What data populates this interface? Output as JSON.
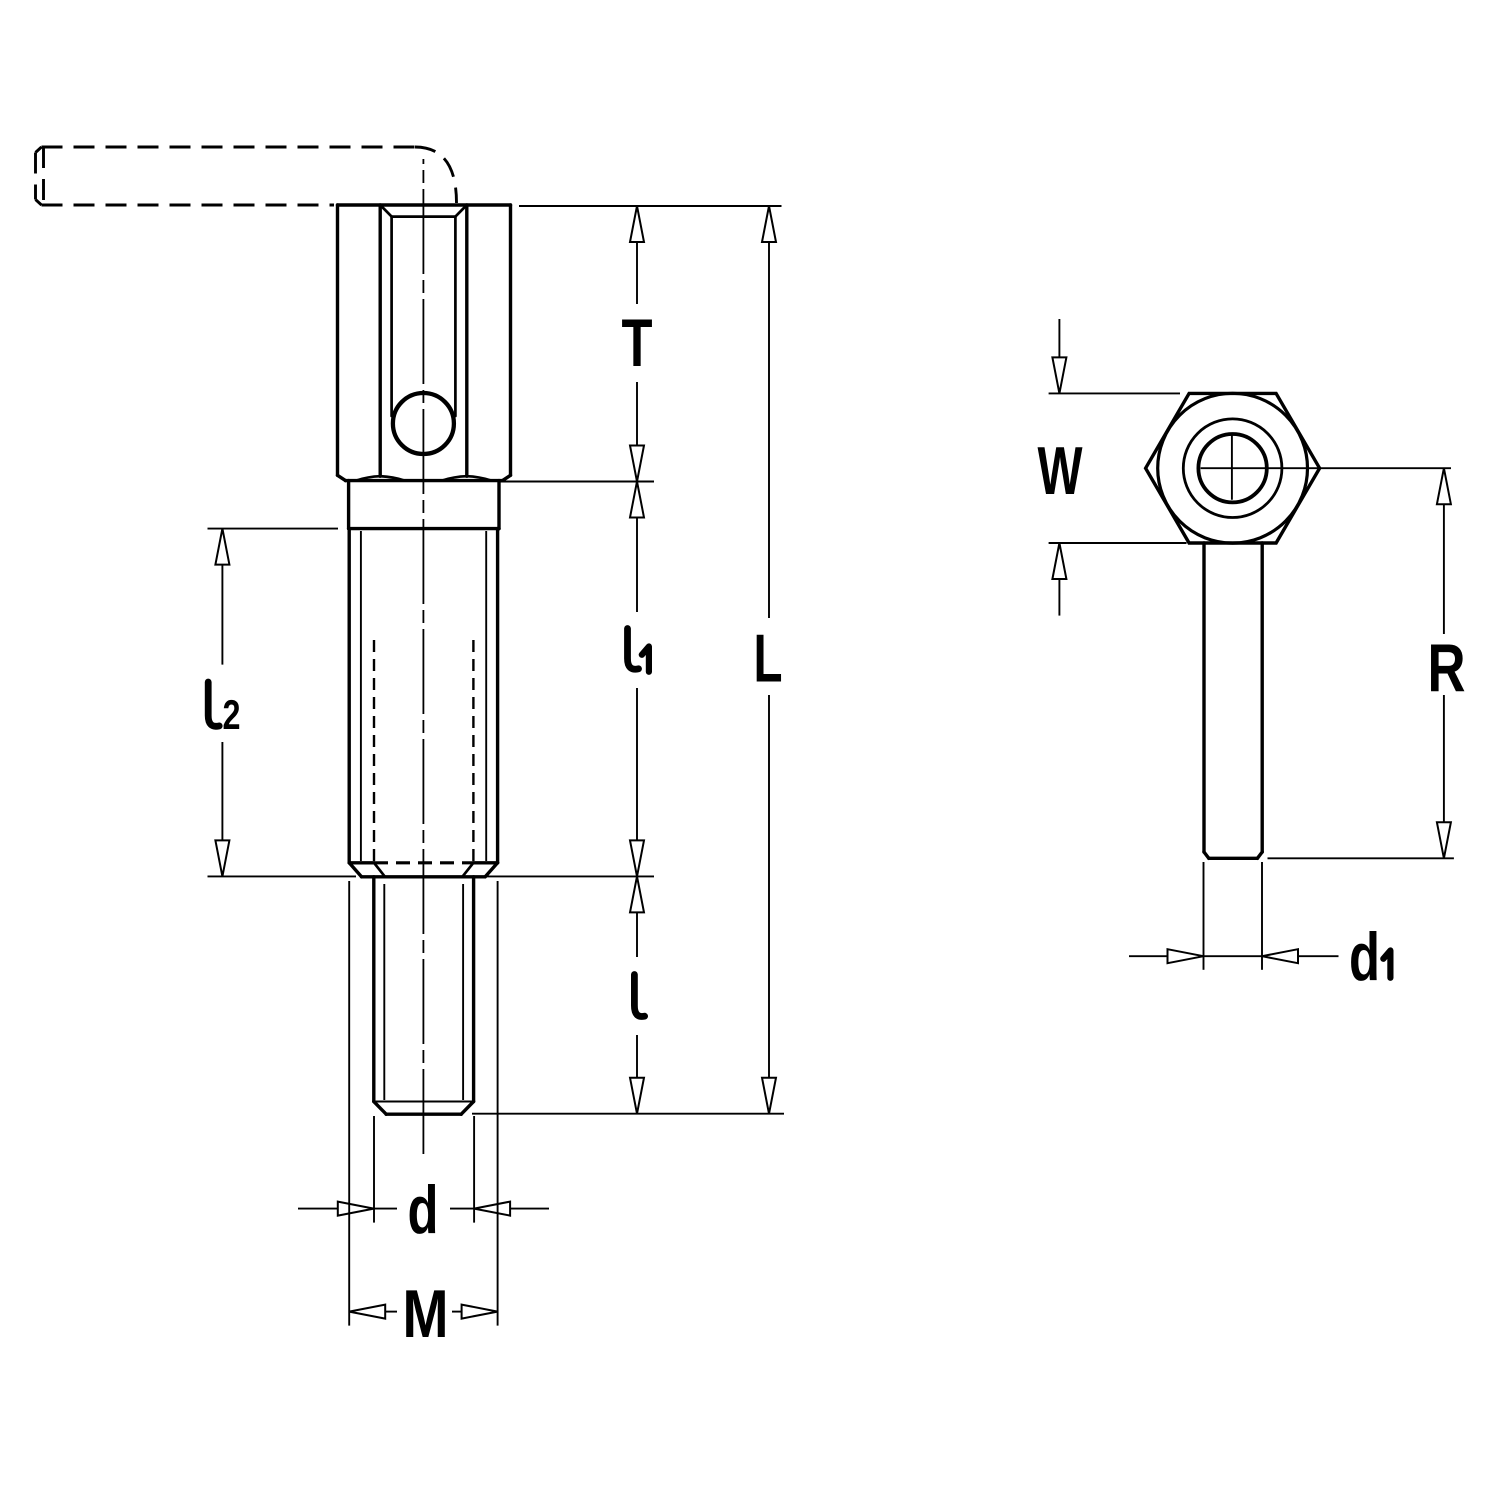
{
  "theme": {
    "paper_color": "#ffffff",
    "ink_color": "#000000"
  },
  "drawing": {
    "kind": "engineering dimension drawing",
    "subject": "tommy-bar screw with hex head, threaded body and stud end",
    "views": [
      "front view with phantom tommy bar",
      "side view of hex head and bar shaft"
    ]
  },
  "dims": {
    "T": {
      "base": "T"
    },
    "l1": {
      "base": "l",
      "sub": "1"
    },
    "L": {
      "base": "L"
    },
    "l2": {
      "base": "l",
      "sub": "2"
    },
    "l": {
      "base": "l"
    },
    "d": {
      "base": "d"
    },
    "M": {
      "base": "M"
    },
    "W": {
      "base": "W"
    },
    "R": {
      "base": "R"
    },
    "d1": {
      "base": "d",
      "sub": "1"
    }
  }
}
